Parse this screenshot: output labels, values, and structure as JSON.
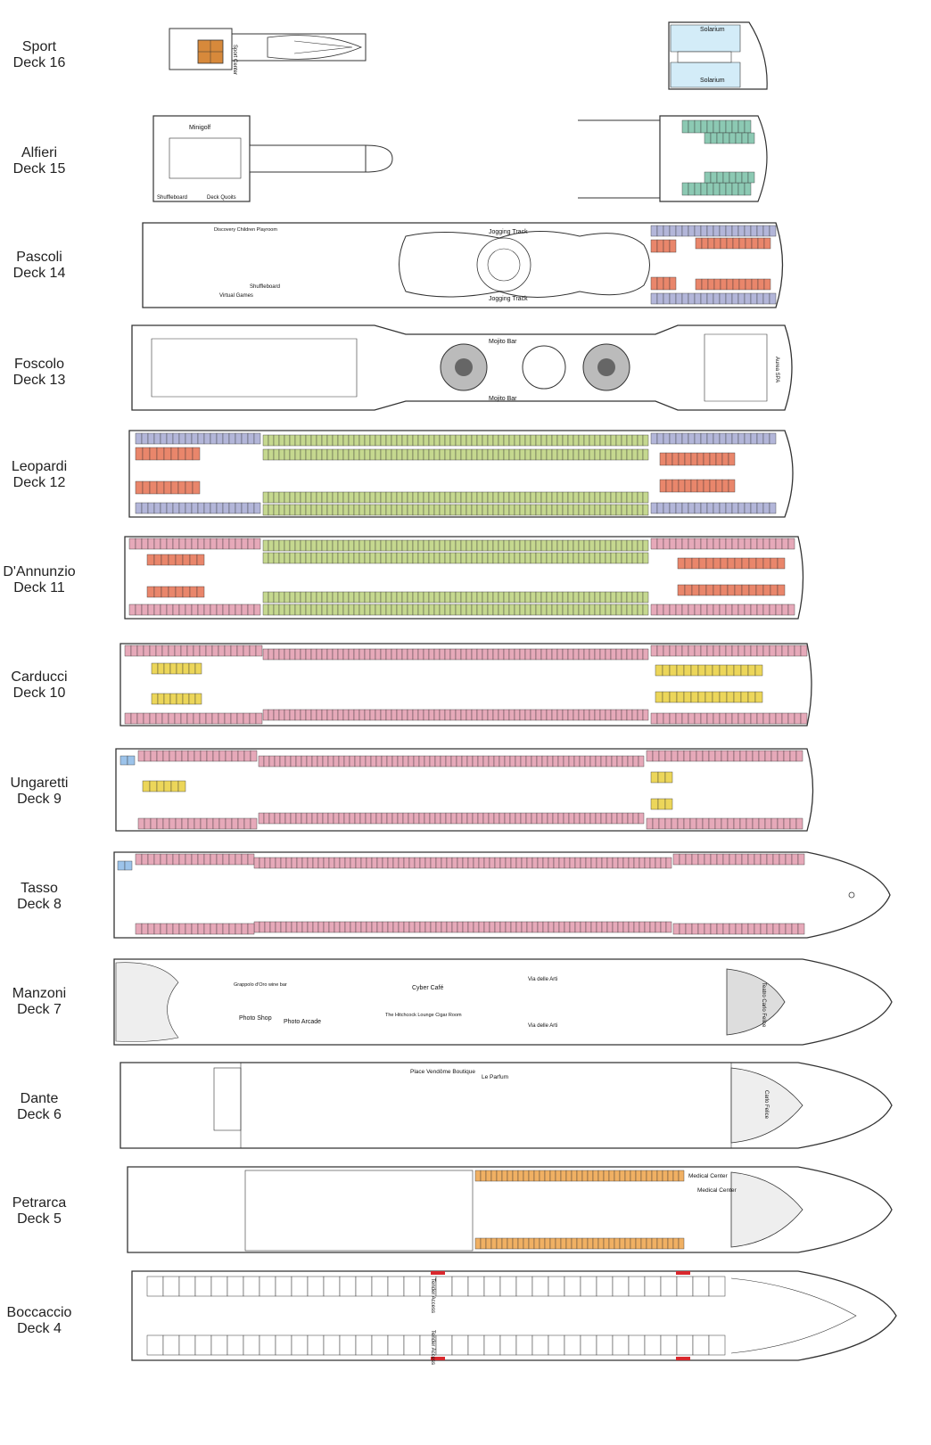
{
  "colors": {
    "cabin_pink": "#e6a9b9",
    "cabin_blue": "#b3b6d9",
    "cabin_green": "#c5d88f",
    "cabin_salmon": "#e9866b",
    "cabin_yellow": "#ecd65a",
    "cabin_orange": "#f0b063",
    "cabin_teal": "#8cc9b3",
    "cabin_sky": "#9cc3ea",
    "solarium_blue": "#d3ecf8",
    "sport_court": "#d7893b",
    "access_red": "#d9282d",
    "outline": "#333333"
  },
  "decks": [
    {
      "name": "Sport",
      "number": "Deck 16",
      "labels": {
        "sport_center": "Sport Center",
        "solarium_top": "Solarium",
        "solarium_bottom": "Solarium"
      }
    },
    {
      "name": "Alfieri",
      "number": "Deck 15",
      "labels": {
        "minigolf": "Minigolf",
        "shuffleboard": "Shuffleboard",
        "deck_quoits": "Deck Quoits"
      }
    },
    {
      "name": "Pascoli",
      "number": "Deck 14",
      "labels": {
        "jogging_top": "Jogging Track",
        "jogging_bottom": "Jogging Track",
        "playroom": "Discovery Children Playroom",
        "shuffleboard": "Shuffleboard",
        "virtual_games": "Virtual Games"
      }
    },
    {
      "name": "Foscolo",
      "number": "Deck 13",
      "labels": {
        "mojito_top": "Mojito Bar",
        "mojito_bottom": "Mojito Bar",
        "aurea_spa": "Aurea SPA"
      }
    },
    {
      "name": "Leopardi",
      "number": "Deck 12",
      "labels": {}
    },
    {
      "name": "D'Annunzio",
      "number": "Deck 11",
      "labels": {}
    },
    {
      "name": "Carducci",
      "number": "Deck 10",
      "labels": {}
    },
    {
      "name": "Ungaretti",
      "number": "Deck 9",
      "labels": {}
    },
    {
      "name": "Tasso",
      "number": "Deck 8",
      "labels": {}
    },
    {
      "name": "Manzoni",
      "number": "Deck 7",
      "labels": {
        "photo_shop": "Photo Shop",
        "photo_arcade": "Photo Arcade",
        "cyber_cafe": "Cyber Café",
        "lounge": "The Hitchcock Lounge Cigar Room",
        "grappolo": "Grappolo d'Oro wine bar",
        "via_arti_top": "Via delle Arti",
        "via_arti_bottom": "Via delle Arti",
        "teatro": "Teatro Carlo Felice"
      }
    },
    {
      "name": "Dante",
      "number": "Deck 6",
      "labels": {
        "place_vendome": "Place Vendôme Boutique",
        "le_parfum": "Le Parfum",
        "teatro": "Carlo Felice"
      }
    },
    {
      "name": "Petrarca",
      "number": "Deck 5",
      "labels": {
        "medical_top": "Medical Center",
        "medical_bottom": "Medical Center"
      }
    },
    {
      "name": "Boccaccio",
      "number": "Deck 4",
      "labels": {
        "access_top": "Tender Access",
        "access_bottom": "Tender Access"
      }
    }
  ]
}
